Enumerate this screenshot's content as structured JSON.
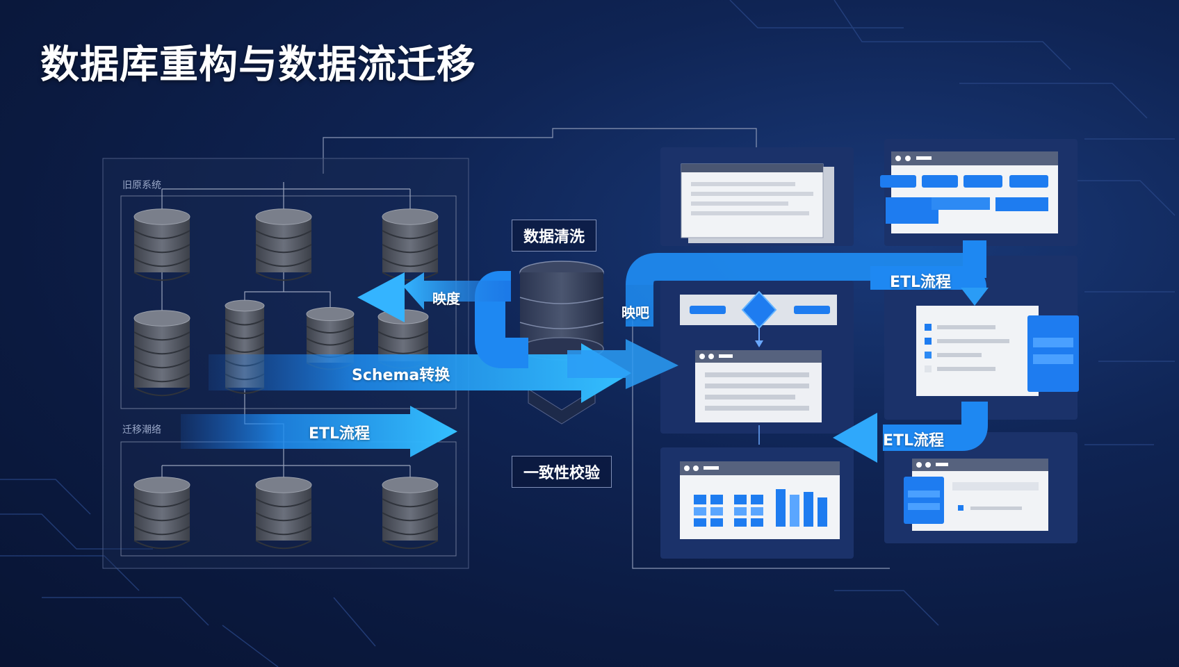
{
  "title": "数据库重构与数据流迁移",
  "legacy_panel": {
    "header": "旧原系统",
    "mid_label": "迁移潮络"
  },
  "arrows": {
    "schema": "Schema转换",
    "etl_left": "ETL流程",
    "return_small": "映度",
    "right_top_etl": "ETL流程",
    "right_bottom_etl": "ETL流程",
    "side_label": "映吧"
  },
  "process_steps": {
    "cleaning": "数据清洗",
    "validation": "一致性校验"
  },
  "colors": {
    "accent": "#1e90ff",
    "accent_light": "#34b8ff",
    "db_gray": "#5a5f6b",
    "panel": "#1a3470"
  }
}
